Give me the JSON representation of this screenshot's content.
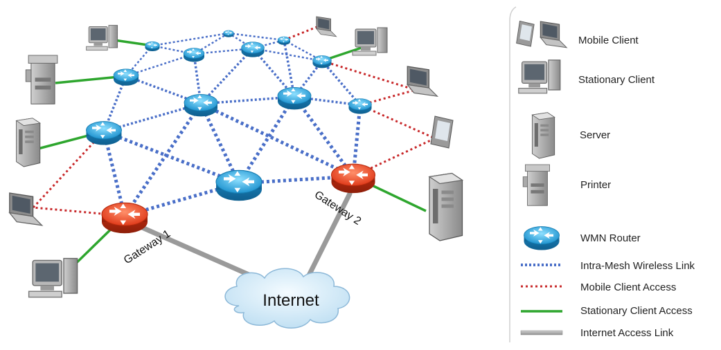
{
  "gateways": [
    {
      "label": "Gateway 1"
    },
    {
      "label": "Gateway 2"
    }
  ],
  "internet": {
    "label": "Internet"
  },
  "legend": [
    {
      "label": "Mobile Client",
      "kind": "mobile-client"
    },
    {
      "label": "Stationary Client",
      "kind": "stationary-client"
    },
    {
      "label": "Server",
      "kind": "server"
    },
    {
      "label": "Printer",
      "kind": "printer"
    },
    {
      "label": "WMN Router",
      "kind": "wmn-router"
    },
    {
      "label": "Intra-Mesh Wireless Link",
      "kind": "line",
      "color": "#4a6fc8",
      "style": "dotted-thick"
    },
    {
      "label": "Mobile Client Access",
      "kind": "line",
      "color": "#c8282a",
      "style": "dotted"
    },
    {
      "label": "Stationary Client Access",
      "kind": "line",
      "color": "#2ea62e",
      "style": "solid"
    },
    {
      "label": "Internet Access Link",
      "kind": "line",
      "color": "#a9a9a9",
      "style": "thick"
    }
  ],
  "colors": {
    "mesh_link": "#4a6fc8",
    "mobile_access": "#c8282a",
    "stationary_access": "#2ea62e",
    "internet_link": "#a9a9a9",
    "router": "#2ea2d8",
    "gateway": "#e03a1a",
    "cloud": "#d8ecf8"
  }
}
